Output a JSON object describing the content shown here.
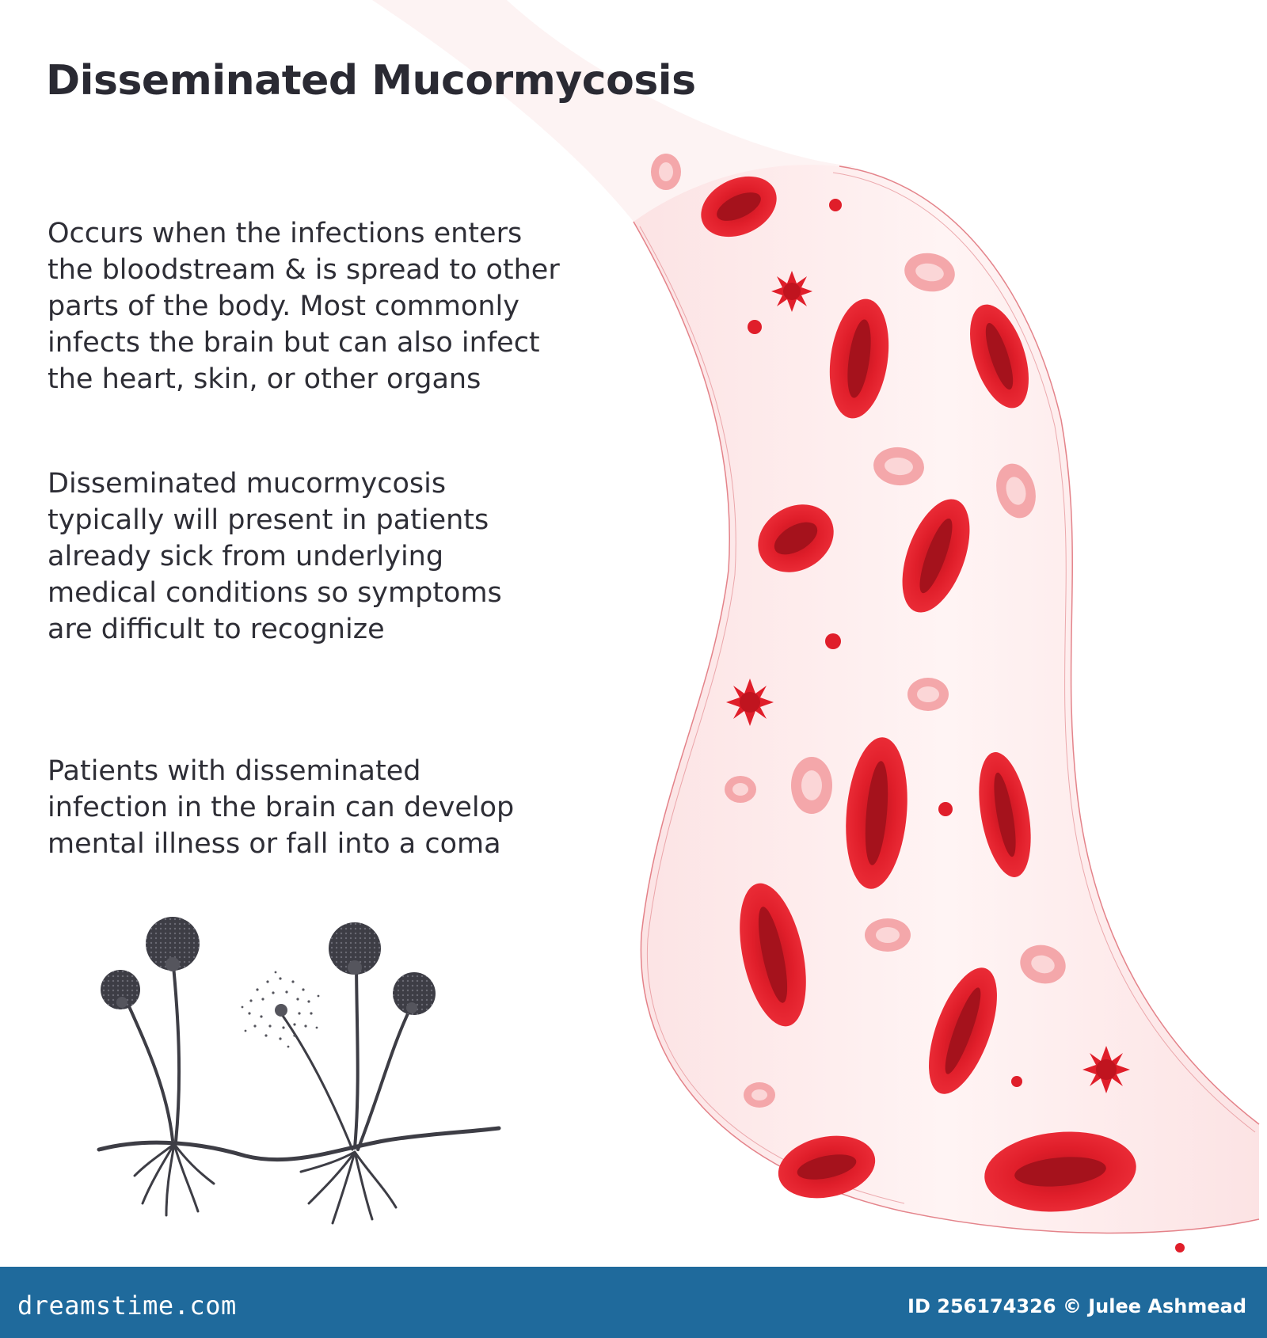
{
  "title": "Disseminated Mucormycosis",
  "paragraphs": [
    {
      "lines": [
        "Occurs when the infections enters",
        "the bloodstream & is spread to other",
        "parts of the body. Most commonly",
        "infects the brain but can also infect",
        "the heart, skin, or other organs"
      ]
    },
    {
      "lines": [
        "Disseminated mucormycosis",
        "typically will present in patients",
        "already sick from underlying",
        "medical conditions so symptoms",
        "are difficult to recognize"
      ]
    },
    {
      "lines": [
        "Patients with disseminated",
        "infection in the brain can develop",
        "mental illness or fall into a coma"
      ]
    }
  ],
  "footer": {
    "brand": "dreamstime.com",
    "credit": "ID 256174326 © Julee Ashmead"
  },
  "colors": {
    "red_cell": "#e01e2a",
    "red_cell_dark": "#a5121c",
    "pale_cell": "#f4a7aa",
    "vessel_fill": "#fde9ea",
    "vessel_edge": "#d9535c",
    "fungus": "#3d3d45",
    "footer_bg": "#1f6a9c",
    "text": "#2e2e36"
  },
  "icons": [
    "red-blood-cell-icon",
    "pale-blood-cell-icon",
    "spiky-pathogen-icon",
    "fungus-sporangium-icon",
    "spore-cloud-icon"
  ]
}
